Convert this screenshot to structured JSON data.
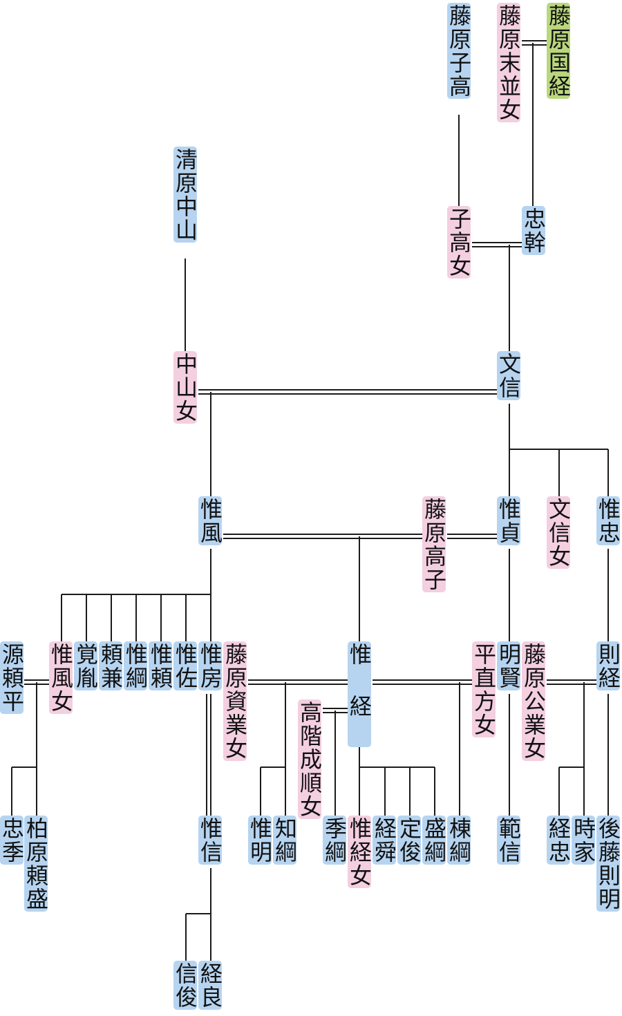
{
  "colors": {
    "male": "#b6d4f0",
    "female": "#f3cfe0",
    "head": "#b9d77c",
    "line": "#1a1a1a"
  },
  "people": {
    "p01": {
      "name": "藤原子高",
      "sex": "male"
    },
    "p02": {
      "name": "藤原末並女",
      "sex": "female"
    },
    "p03": {
      "name": "藤原国経",
      "sex": "head"
    },
    "p04": {
      "name": "清原中山",
      "sex": "male"
    },
    "p05": {
      "name": "子高女",
      "sex": "female"
    },
    "p06": {
      "name": "忠幹",
      "sex": "male"
    },
    "p07": {
      "name": "中山女",
      "sex": "female"
    },
    "p08": {
      "name": "文信",
      "sex": "male"
    },
    "p09": {
      "name": "惟風",
      "sex": "male"
    },
    "p10": {
      "name": "藤原高子",
      "sex": "female"
    },
    "p11": {
      "name": "惟貞",
      "sex": "male"
    },
    "p12": {
      "name": "文信女",
      "sex": "female"
    },
    "p13": {
      "name": "惟忠",
      "sex": "male"
    },
    "p14": {
      "name": "源頼平",
      "sex": "male"
    },
    "p15": {
      "name": "惟風女",
      "sex": "female"
    },
    "p16": {
      "name": "覚胤",
      "sex": "male"
    },
    "p17": {
      "name": "頼兼",
      "sex": "male"
    },
    "p18": {
      "name": "惟綱",
      "sex": "male"
    },
    "p19": {
      "name": "惟頼",
      "sex": "male"
    },
    "p20": {
      "name": "惟佐",
      "sex": "male"
    },
    "p21": {
      "name": "惟房",
      "sex": "male"
    },
    "p22": {
      "name": "藤原資業女",
      "sex": "female"
    },
    "p23": {
      "name": "惟経",
      "sex": "male"
    },
    "p24": {
      "name": "高階成順女",
      "sex": "female"
    },
    "p25": {
      "name": "平直方女",
      "sex": "female"
    },
    "p26": {
      "name": "明賢",
      "sex": "male"
    },
    "p27": {
      "name": "藤原公業女",
      "sex": "female"
    },
    "p28": {
      "name": "則経",
      "sex": "male"
    },
    "p29": {
      "name": "忠季",
      "sex": "male"
    },
    "p30": {
      "name": "柏原頼盛",
      "sex": "male"
    },
    "p31": {
      "name": "惟信",
      "sex": "male"
    },
    "p32": {
      "name": "惟明",
      "sex": "male"
    },
    "p33": {
      "name": "知綱",
      "sex": "male"
    },
    "p34": {
      "name": "季綱",
      "sex": "male"
    },
    "p35": {
      "name": "惟経女",
      "sex": "female"
    },
    "p36": {
      "name": "経舜",
      "sex": "male"
    },
    "p37": {
      "name": "定俊",
      "sex": "male"
    },
    "p38": {
      "name": "盛綱",
      "sex": "male"
    },
    "p39": {
      "name": "棟綱",
      "sex": "male"
    },
    "p40": {
      "name": "範信",
      "sex": "male"
    },
    "p41": {
      "name": "経忠",
      "sex": "male"
    },
    "p42": {
      "name": "時家",
      "sex": "male"
    },
    "p43": {
      "name": "後藤則明",
      "sex": "male"
    },
    "p44": {
      "name": "信俊",
      "sex": "male"
    },
    "p45": {
      "name": "経良",
      "sex": "male"
    }
  },
  "marriages": [
    [
      "p02",
      "p03"
    ],
    [
      "p05",
      "p06"
    ],
    [
      "p07",
      "p08"
    ],
    [
      "p09",
      "p10"
    ],
    [
      "p10",
      "p11"
    ],
    [
      "p14",
      "p15"
    ],
    [
      "p21",
      "p22"
    ],
    [
      "p22",
      "p23"
    ],
    [
      "p24",
      "p23"
    ],
    [
      "p23",
      "p25"
    ],
    [
      "p27",
      "p28"
    ]
  ],
  "descents": [
    {
      "parents": [
        "p01"
      ],
      "children": [
        "p05"
      ]
    },
    {
      "parents": [
        "p02",
        "p03"
      ],
      "children": [
        "p06"
      ]
    },
    {
      "parents": [
        "p04"
      ],
      "children": [
        "p07"
      ]
    },
    {
      "parents": [
        "p05",
        "p06"
      ],
      "children": [
        "p08"
      ]
    },
    {
      "parents": [
        "p07",
        "p08"
      ],
      "children": [
        "p09"
      ]
    },
    {
      "parents": [
        "p08"
      ],
      "children": [
        "p11",
        "p12",
        "p13"
      ]
    },
    {
      "parents": [
        "p09"
      ],
      "children": [
        "p15",
        "p16",
        "p17",
        "p18",
        "p19",
        "p20",
        "p21"
      ]
    },
    {
      "parents": [
        "p09",
        "p10"
      ],
      "children": [
        "p23"
      ]
    },
    {
      "parents": [
        "p11"
      ],
      "children": [
        "p26"
      ]
    },
    {
      "parents": [
        "p13"
      ],
      "children": [
        "p28"
      ]
    },
    {
      "parents": [
        "p14",
        "p15"
      ],
      "children": [
        "p29",
        "p30"
      ]
    },
    {
      "parents": [
        "p21"
      ],
      "children": [
        "p31"
      ]
    },
    {
      "parents": [
        "p21",
        "p22"
      ],
      "children": [
        "p32",
        "p33"
      ]
    },
    {
      "parents": [
        "p23",
        "p24"
      ],
      "children": [
        "p34"
      ]
    },
    {
      "parents": [
        "p23"
      ],
      "children": [
        "p35",
        "p36",
        "p37",
        "p38"
      ]
    },
    {
      "parents": [
        "p23",
        "p25"
      ],
      "children": [
        "p39"
      ]
    },
    {
      "parents": [
        "p26"
      ],
      "children": [
        "p40"
      ]
    },
    {
      "parents": [
        "p27",
        "p28"
      ],
      "children": [
        "p41",
        "p42"
      ]
    },
    {
      "parents": [
        "p28"
      ],
      "children": [
        "p43"
      ]
    },
    {
      "parents": [
        "p31"
      ],
      "children": [
        "p44",
        "p45"
      ]
    }
  ]
}
